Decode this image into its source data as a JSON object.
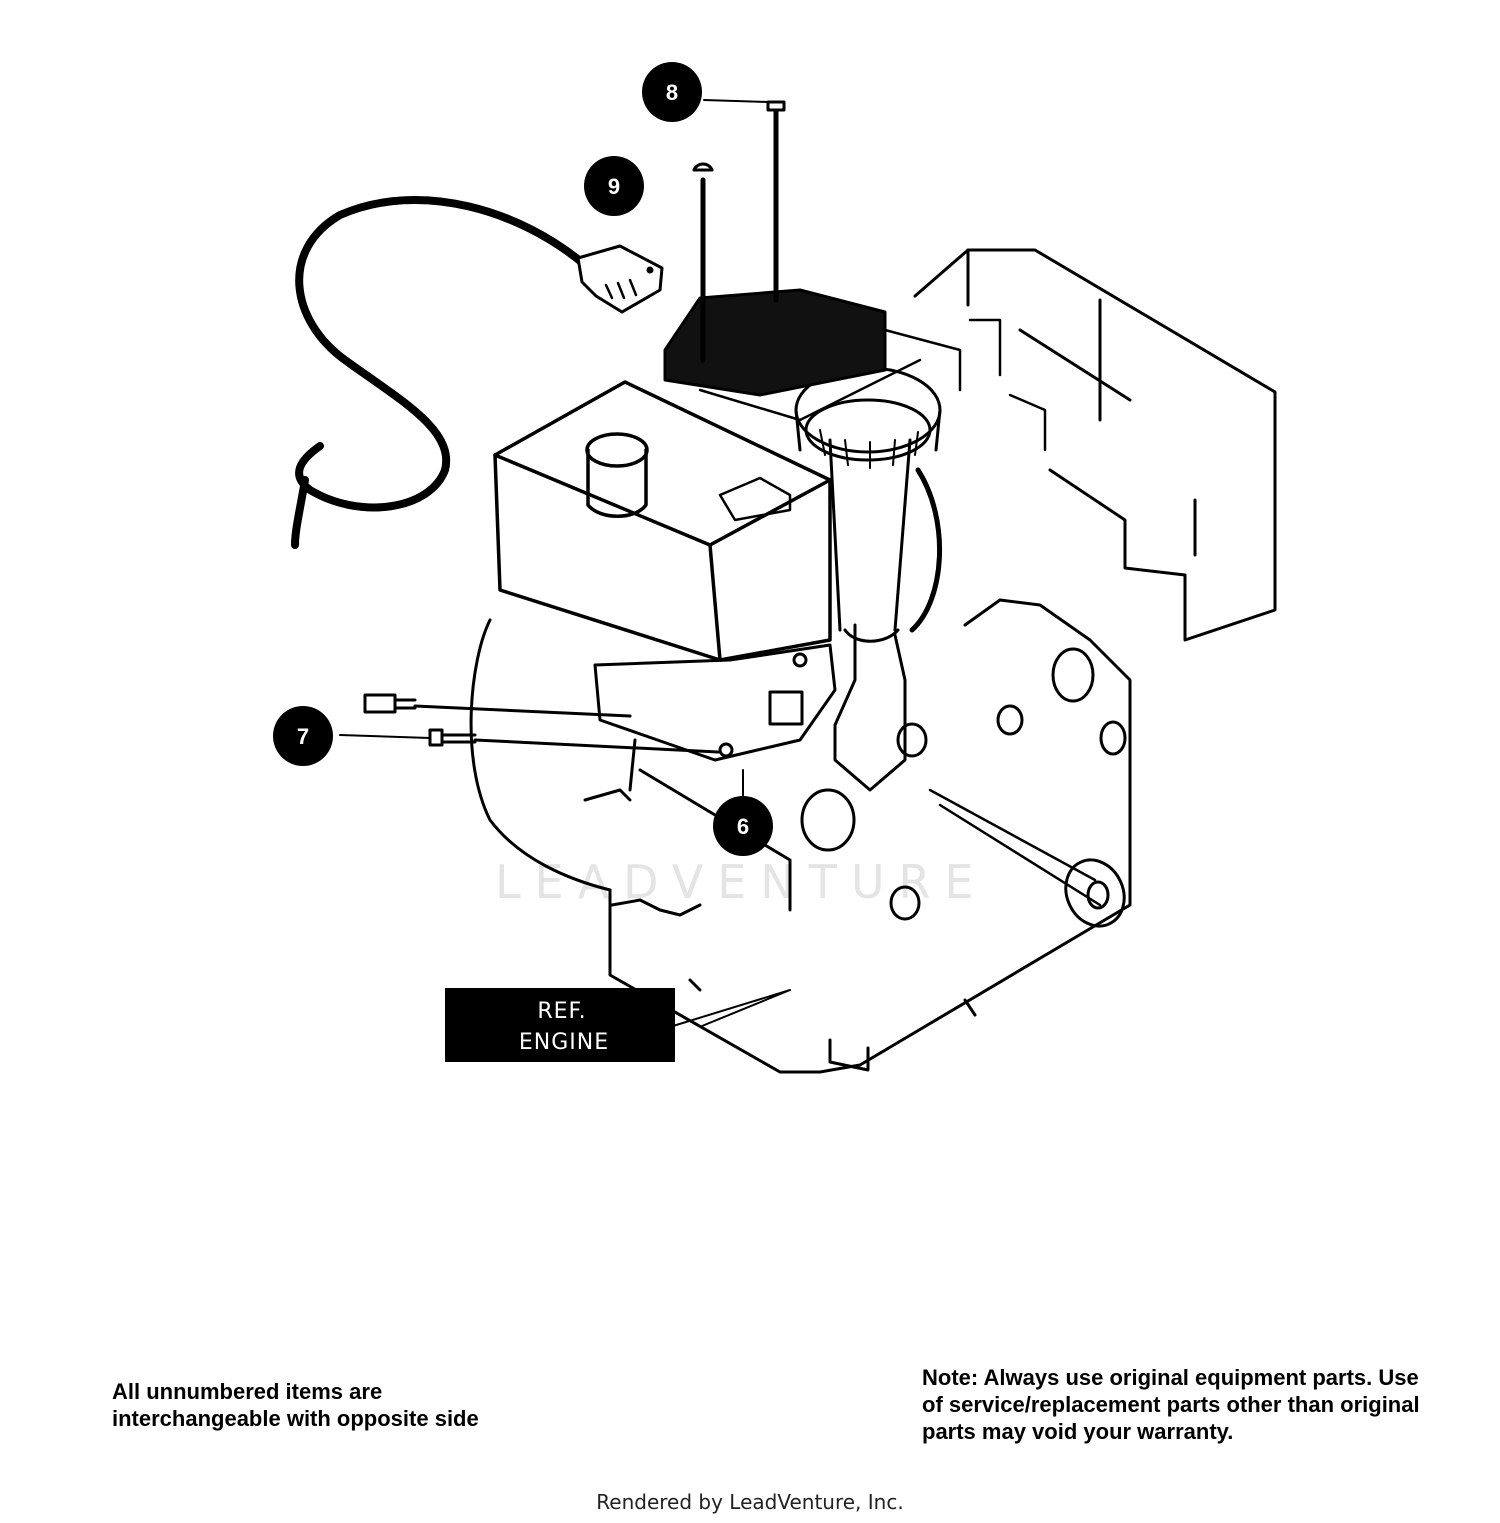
{
  "callouts": [
    {
      "id": "8",
      "label": "8"
    },
    {
      "id": "9",
      "label": "9"
    },
    {
      "id": "7",
      "label": "7"
    },
    {
      "id": "6",
      "label": "6"
    }
  ],
  "ref_label": {
    "line1": "REF.",
    "line2": "ENGINE"
  },
  "watermark": "LEADVENTURE",
  "notes": {
    "left": "All unnumbered items are interchangeable with opposite side",
    "right": "Note: Always use original equipment parts.  Use of service/replacement parts other than original parts may void your warranty."
  },
  "footer": "Rendered by LeadVenture, Inc.",
  "colors": {
    "ink": "#000000",
    "paper": "#ffffff"
  }
}
